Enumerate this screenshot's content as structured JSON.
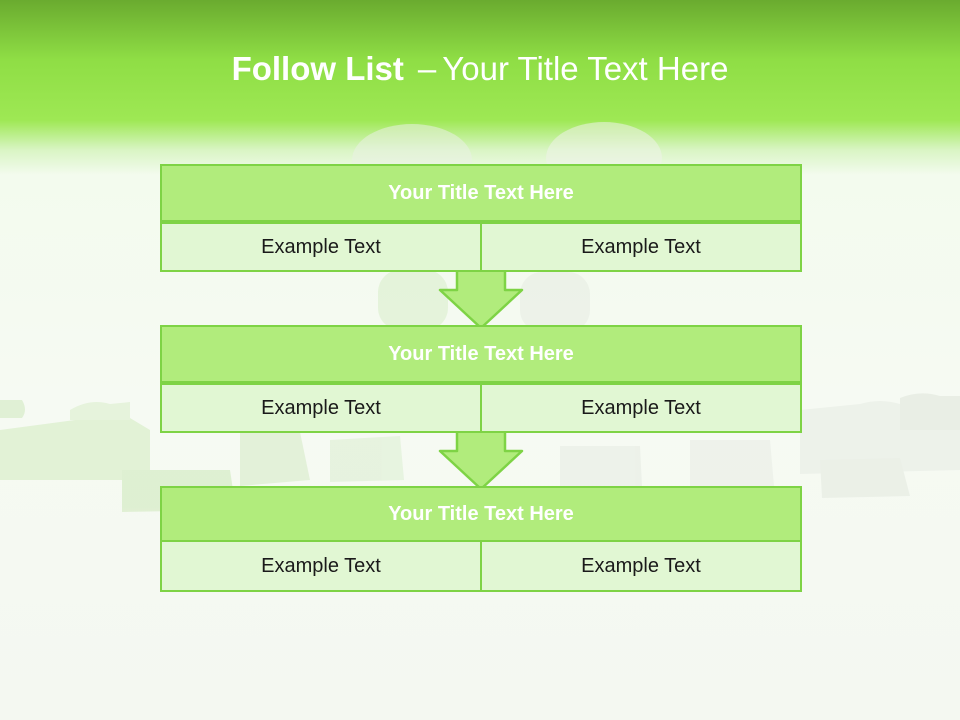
{
  "slide": {
    "title_bold": "Follow List",
    "title_separator": "–",
    "title_rest": "Your Title Text Here"
  },
  "steps": [
    {
      "title": "Your Title Text Here",
      "cells": [
        "Example Text",
        "Example Text"
      ]
    },
    {
      "title": "Your Title Text Here",
      "cells": [
        "Example Text",
        "Example Text"
      ]
    },
    {
      "title": "Your Title Text Here",
      "cells": [
        "Example Text",
        "Example Text"
      ]
    }
  ],
  "icons": [
    "down-arrow-icon",
    "down-arrow-icon"
  ],
  "colors": {
    "header_band": "#8fde45",
    "box_header_fill": "#b1ec7c",
    "box_cell_fill": "#e1f7d3",
    "box_border": "#7ed345",
    "arrow_fill": "#b1ec7c"
  }
}
